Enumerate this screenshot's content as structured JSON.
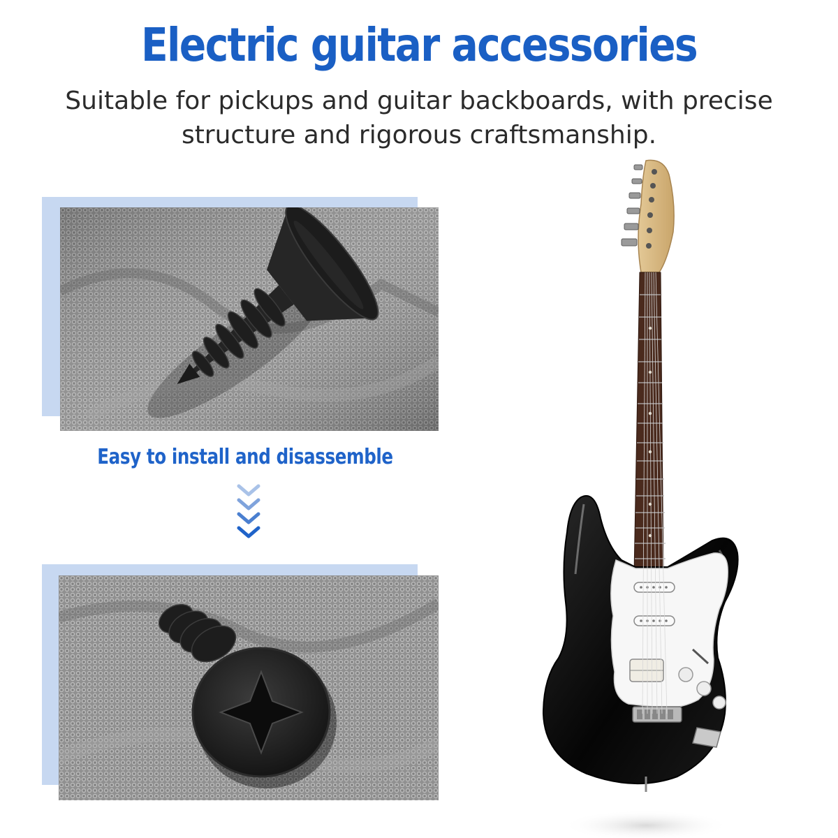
{
  "header": {
    "title": "Electric guitar accessories",
    "subtitle": "Suitable for pickups and guitar backboards, with precise structure and rigorous craftsmanship."
  },
  "feature": {
    "caption": "Easy to install and disassemble",
    "arrow_icon": "triple-chevron-down-icon"
  },
  "colors": {
    "accent_blue": "#1a5fc4",
    "panel_blue": "#c7d8f1",
    "text_dark": "#2b2b2b"
  }
}
